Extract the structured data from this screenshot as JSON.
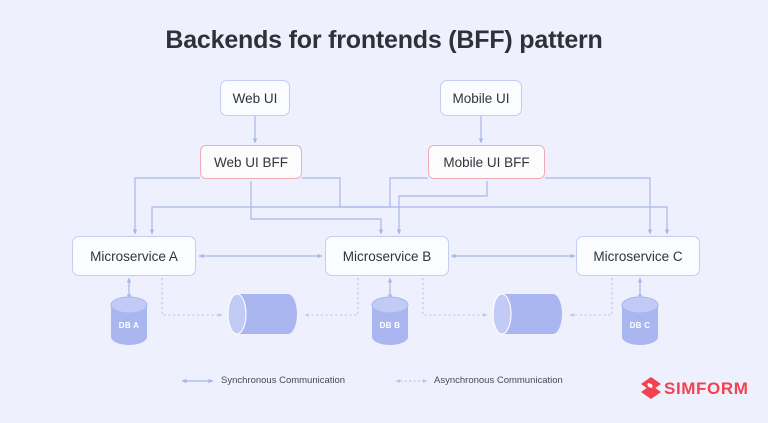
{
  "diagram": {
    "title": "Backends for frontends (BFF) pattern",
    "background_color": "#eef1fd",
    "line_color": "#a9b6ea",
    "node_border_color": "#c3cdf2",
    "bff_border_color": "#f3aab7",
    "cylinder_color": "#aab6ef",
    "clients": [
      {
        "id": "web-ui",
        "label": "Web UI"
      },
      {
        "id": "mobile-ui",
        "label": "Mobile UI"
      }
    ],
    "bffs": [
      {
        "id": "web-ui-bff",
        "label": "Web UI BFF"
      },
      {
        "id": "mobile-ui-bff",
        "label": "Mobile UI BFF"
      }
    ],
    "services": [
      {
        "id": "microservice-a",
        "label": "Microservice A"
      },
      {
        "id": "microservice-b",
        "label": "Microservice B"
      },
      {
        "id": "microservice-c",
        "label": "Microservice C"
      }
    ],
    "databases": [
      {
        "id": "db-a",
        "label": "DB A"
      },
      {
        "id": "db-b",
        "label": "DB B"
      },
      {
        "id": "db-c",
        "label": "DB C"
      }
    ],
    "queues": [
      {
        "id": "queue-left",
        "label": ""
      },
      {
        "id": "queue-right",
        "label": ""
      }
    ],
    "legend": [
      {
        "id": "synchronous",
        "label": "Synchronous Communication",
        "style": "solid"
      },
      {
        "id": "asynchronous",
        "label": "Asynchronous Communication",
        "style": "dotted"
      }
    ]
  },
  "branding": {
    "name": "SIMFORM",
    "color": "#f2424f"
  }
}
